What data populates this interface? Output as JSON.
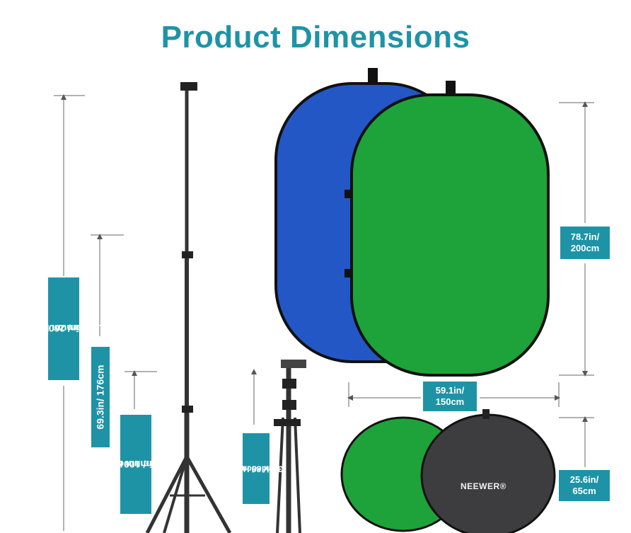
{
  "title": "Product Dimensions",
  "labels": {
    "max_height_line1": "Maximum Height",
    "max_height_line2": "102.4in/ 260cm",
    "mid_height": "69.3in/ 176cm",
    "min_height_line1": "Minimum Height",
    "min_height_line2": "39.4in/ 100cm",
    "folded_line1": "Folded Height",
    "folded_line2": "35in/ 89cm",
    "backdrop_height_line1": "78.7in/",
    "backdrop_height_line2": "200cm",
    "backdrop_width_line1": "59.1in/",
    "backdrop_width_line2": "150cm",
    "folded_diameter_line1": "25.6in/",
    "folded_diameter_line2": "65cm"
  },
  "brand": "NEEWER®",
  "colors": {
    "accent": "#1f93a6",
    "blue_panel": "#2457c6",
    "green_panel": "#1ea33a",
    "bag": "#3d3d3f",
    "stand": "#333333",
    "arrow": "#555555"
  }
}
